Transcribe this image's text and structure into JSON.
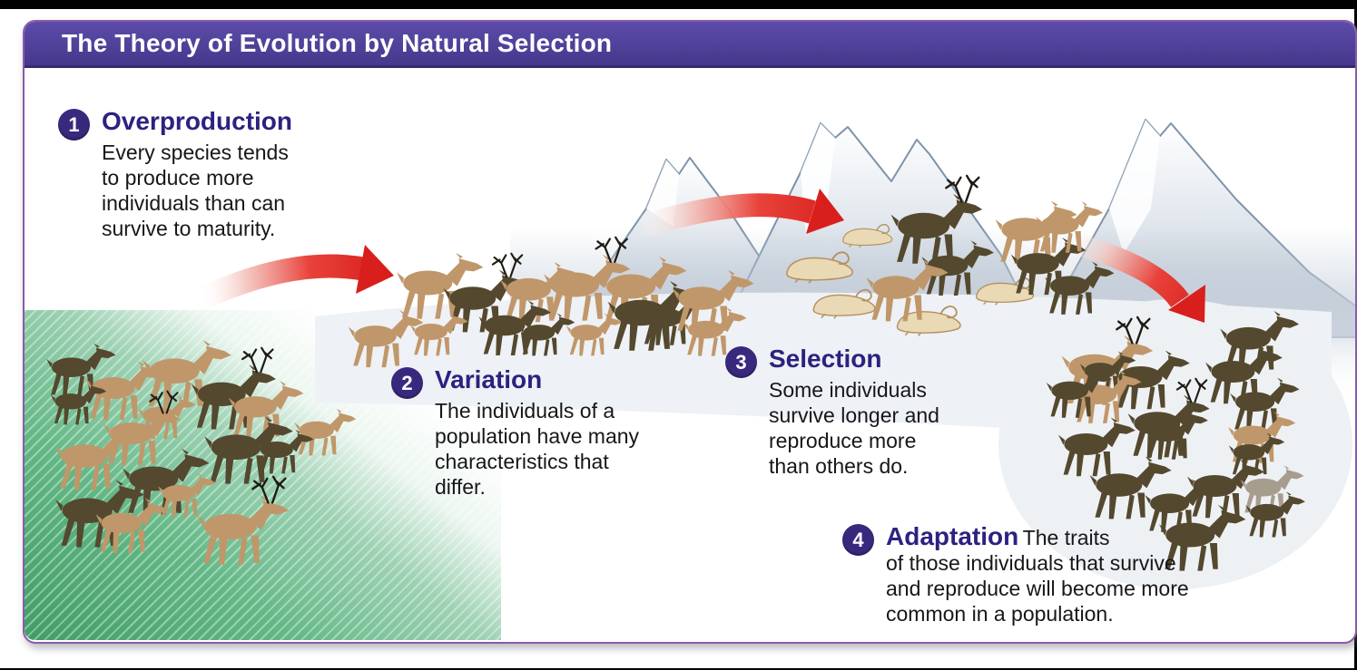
{
  "title": "The Theory of Evolution by Natural Selection",
  "steps": [
    {
      "number": "1",
      "heading": "Overproduction",
      "lines": [
        "Every species tends",
        "to produce more",
        "individuals than can",
        "survive to maturity."
      ]
    },
    {
      "number": "2",
      "heading": "Variation",
      "lines": [
        "The individuals of a",
        "population have many",
        "characteristics that",
        "differ."
      ]
    },
    {
      "number": "3",
      "heading": "Selection",
      "lines": [
        "Some individuals",
        "survive longer and",
        "reproduce more",
        "than others do."
      ]
    },
    {
      "number": "4",
      "heading": "Adaptation",
      "lines": [
        "The traits",
        "of those individuals that survive",
        "and reproduce will become more",
        "common in a population."
      ]
    }
  ],
  "colors": {
    "title_bar": "#46388c",
    "frame_border": "#8a5bab",
    "badge": "#39297e",
    "heading_text": "#2b2280",
    "body_text": "#17171a",
    "arrow_red": "#d92320",
    "grass_green": "#3f9d64",
    "mountain_line": "#7e93a9"
  },
  "scene": {
    "palette": {
      "tan": "#c0976a",
      "dark": "#54482e",
      "gray": "#a79d8f",
      "pale": "#ead9b5",
      "paleOutline": "#b3905e",
      "antler": "#1f1a14"
    },
    "herds": [
      {
        "id": "overproduction",
        "animals": [
          [
            44,
            362,
            0.72,
            "dark",
            0
          ],
          [
            86,
            380,
            0.8,
            "tan",
            0
          ],
          [
            148,
            354,
            0.92,
            "tan",
            0
          ],
          [
            202,
            382,
            0.88,
            "dark",
            1
          ],
          [
            244,
            402,
            0.78,
            "tan",
            0
          ],
          [
            50,
            408,
            0.58,
            "dark",
            0
          ],
          [
            146,
            422,
            0.6,
            "tan",
            0
          ],
          [
            318,
            436,
            0.64,
            "tan",
            0
          ],
          [
            106,
            430,
            0.8,
            "tan",
            1
          ],
          [
            216,
            438,
            0.92,
            "dark",
            0
          ],
          [
            276,
            460,
            0.6,
            "dark",
            0
          ],
          [
            52,
            452,
            0.85,
            "tan",
            0
          ],
          [
            126,
            474,
            0.9,
            "dark",
            0
          ],
          [
            52,
            508,
            0.92,
            "dark",
            0
          ],
          [
            98,
            532,
            0.75,
            "tan",
            0
          ],
          [
            168,
            508,
            0.6,
            "tan",
            0
          ],
          [
            208,
            524,
            0.95,
            "tan",
            1
          ]
        ]
      },
      {
        "id": "variation",
        "animals": [
          [
            428,
            258,
            0.9,
            "tan",
            0
          ],
          [
            480,
            278,
            0.85,
            "dark",
            1
          ],
          [
            543,
            270,
            0.82,
            "tan",
            0
          ],
          [
            590,
            260,
            0.9,
            "tan",
            1
          ],
          [
            376,
            324,
            0.78,
            "tan",
            0
          ],
          [
            446,
            330,
            0.6,
            "tan",
            0
          ],
          [
            520,
            314,
            0.75,
            "dark",
            0
          ],
          [
            566,
            332,
            0.58,
            "dark",
            0
          ],
          [
            618,
            332,
            0.58,
            "tan",
            0
          ],
          [
            652,
            262,
            0.9,
            "tan",
            0
          ],
          [
            660,
            288,
            0.95,
            "dark",
            0
          ],
          [
            698,
            308,
            0.7,
            "dark",
            0
          ],
          [
            732,
            278,
            0.85,
            "tan",
            0
          ],
          [
            746,
            324,
            0.66,
            "tan",
            0
          ]
        ]
      },
      {
        "id": "selection",
        "fallen": [
          [
            922,
            240,
            0.56
          ],
          [
            858,
            268,
            0.75
          ],
          [
            888,
            310,
            0.7
          ],
          [
            980,
            328,
            0.72
          ],
          [
            1068,
            298,
            0.65
          ]
        ],
        "animals": [
          [
            972,
            192,
            0.95,
            "dark",
            1
          ],
          [
            1088,
            202,
            0.85,
            "tan",
            0
          ],
          [
            1008,
            248,
            0.75,
            "dark",
            0
          ],
          [
            1106,
            244,
            0.78,
            "dark",
            0
          ],
          [
            946,
            266,
            0.85,
            "tan",
            0
          ],
          [
            1144,
            272,
            0.72,
            "dark",
            0
          ],
          [
            1134,
            206,
            0.7,
            "tan",
            0
          ]
        ]
      },
      {
        "id": "adaptation",
        "animals": [
          [
            1160,
            348,
            0.95,
            "tan",
            1
          ],
          [
            1336,
            324,
            0.82,
            "dark",
            0
          ],
          [
            1218,
            368,
            0.8,
            "dark",
            0
          ],
          [
            1320,
            362,
            0.8,
            "dark",
            0
          ],
          [
            1184,
            374,
            0.58,
            "dark",
            0
          ],
          [
            1174,
            392,
            0.72,
            "tan",
            0
          ],
          [
            1146,
            390,
            0.68,
            "dark",
            0
          ],
          [
            1348,
            400,
            0.72,
            "dark",
            0
          ],
          [
            1234,
            416,
            0.85,
            "dark",
            1
          ],
          [
            1252,
            436,
            0.68,
            "dark",
            0
          ],
          [
            1158,
            442,
            0.8,
            "dark",
            0
          ],
          [
            1346,
            438,
            0.7,
            "tan",
            0
          ],
          [
            1348,
            464,
            0.58,
            "dark",
            0
          ],
          [
            1192,
            484,
            0.85,
            "dark",
            0
          ],
          [
            1300,
            488,
            0.8,
            "dark",
            0
          ],
          [
            1360,
            498,
            0.66,
            "gray",
            0
          ],
          [
            1254,
            512,
            0.72,
            "dark",
            0
          ],
          [
            1366,
            528,
            0.62,
            "dark",
            0
          ],
          [
            1268,
            536,
            0.9,
            "dark",
            0
          ]
        ]
      }
    ]
  }
}
